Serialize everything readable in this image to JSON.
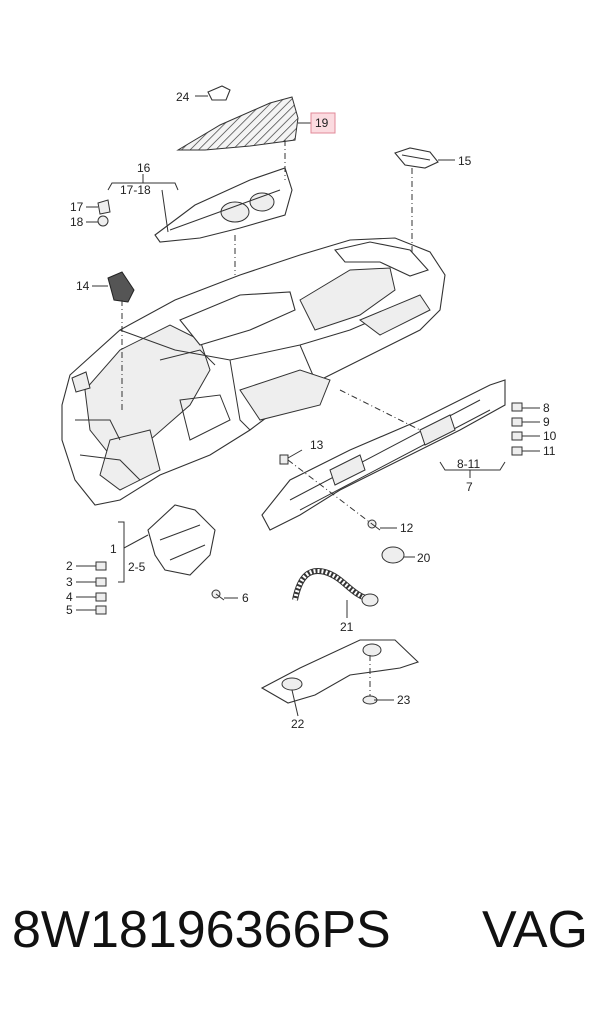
{
  "callouts": {
    "c1": "1",
    "c2": "2",
    "c2_5": "2-5",
    "c3": "3",
    "c4": "4",
    "c5": "5",
    "c6": "6",
    "c7": "7",
    "c8": "8",
    "c8_11": "8-11",
    "c9": "9",
    "c10": "10",
    "c11": "11",
    "c12": "12",
    "c13": "13",
    "c14": "14",
    "c15": "15",
    "c16": "16",
    "c17": "17",
    "c17_18": "17-18",
    "c18": "18",
    "c19": "19",
    "c20": "20",
    "c21": "21",
    "c22": "22",
    "c23": "23",
    "c24": "24"
  },
  "highlighted_callout": "19",
  "highlight_color": "#fbdbe0",
  "footer": {
    "part_number": "8W18196366PS",
    "brand": "VAG"
  }
}
